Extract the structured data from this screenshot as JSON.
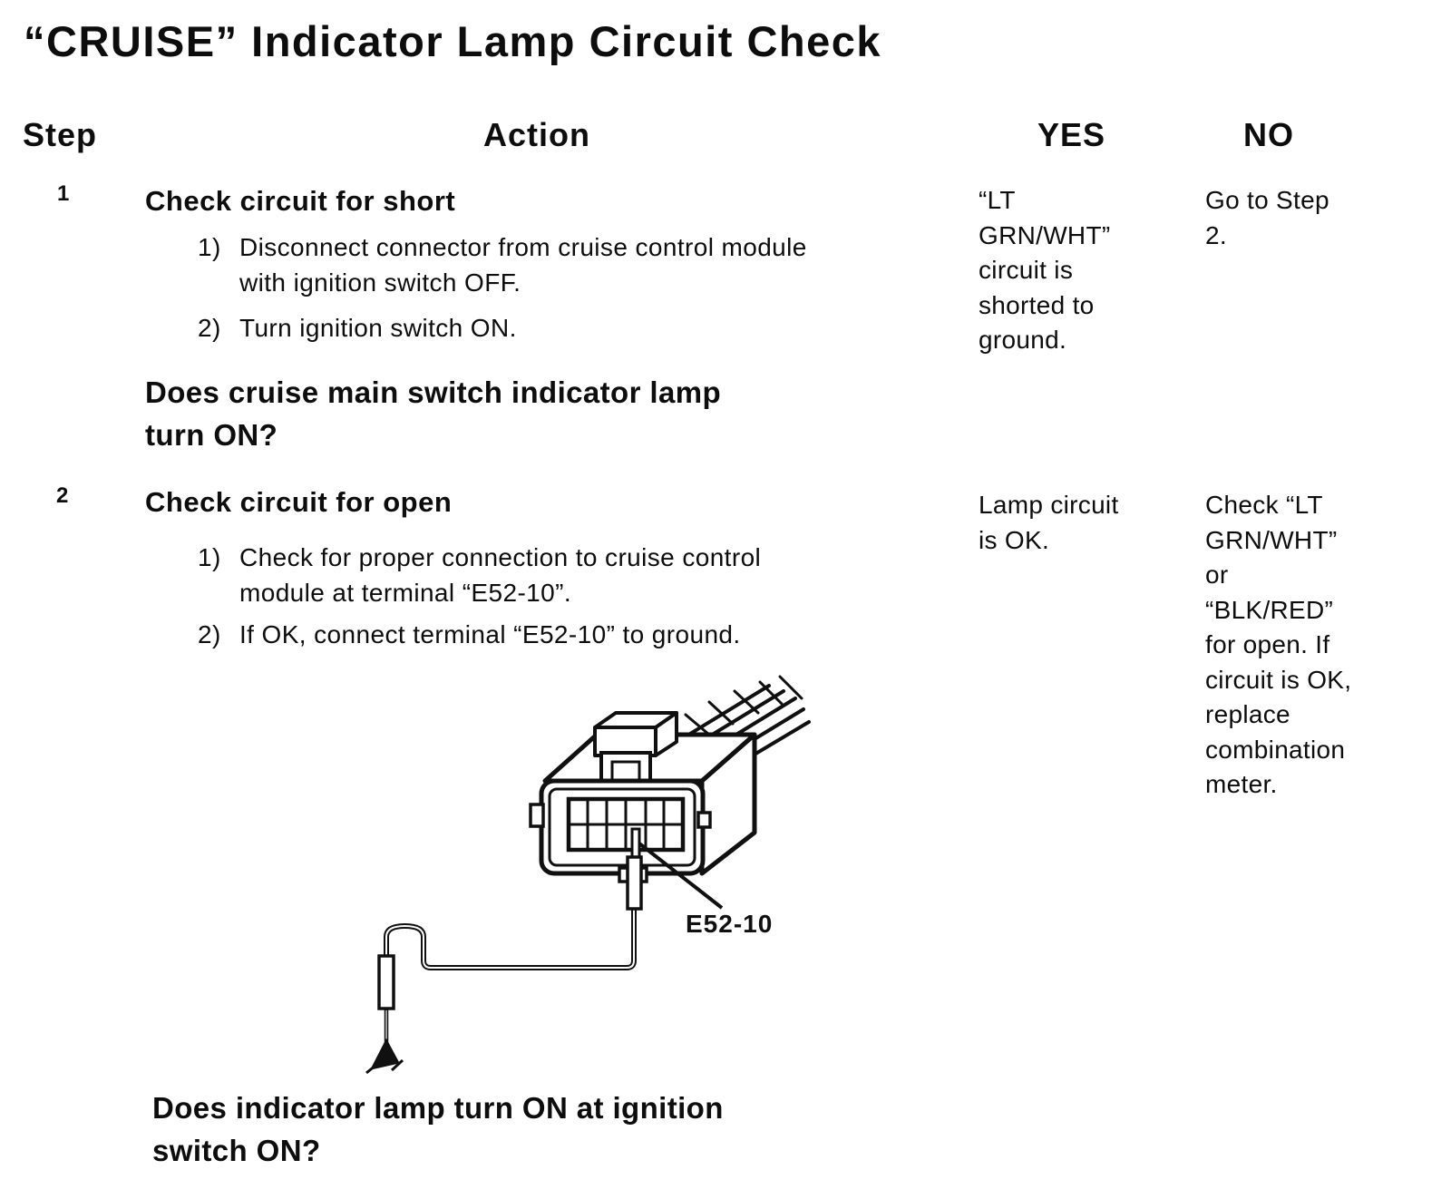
{
  "title": "“CRUISE” Indicator Lamp Circuit Check",
  "table": {
    "headers": {
      "step": "Step",
      "action": "Action",
      "yes": "YES",
      "no": "NO"
    },
    "rows": [
      {
        "step": "1",
        "title": "Check circuit for short",
        "items": [
          {
            "marker": "1)",
            "text": "Disconnect connector from cruise control module\nwith ignition switch OFF."
          },
          {
            "marker": "2)",
            "text": "Turn ignition switch ON."
          }
        ],
        "question": "Does cruise main switch indicator lamp\nturn ON?",
        "yes": "“LT\nGRN/WHT”\ncircuit is\nshorted to\nground.",
        "no": "Go to Step\n2."
      },
      {
        "step": "2",
        "title": "Check circuit for open",
        "items": [
          {
            "marker": "1)",
            "text": "Check for proper connection to cruise control\nmodule at terminal “E52-10”."
          },
          {
            "marker": "2)",
            "text": "If OK, connect terminal “E52-10” to ground."
          }
        ],
        "question": "Does indicator lamp turn ON at ignition\nswitch ON?",
        "yes": "Lamp circuit\nis OK.",
        "no": "Check “LT\nGRN/WHT”\nor\n“BLK/RED”\nfor open. If\ncircuit is OK,\nreplace\ncombination\nmeter."
      }
    ]
  },
  "diagram": {
    "terminal_label": "E52-10"
  }
}
